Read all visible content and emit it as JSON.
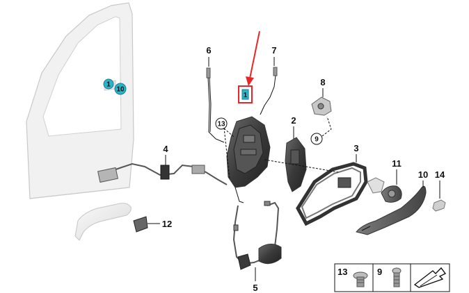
{
  "diagram": {
    "callouts": {
      "c1": "1",
      "c2": "2",
      "c3": "3",
      "c4": "4",
      "c5": "5",
      "c6": "6",
      "c7": "7",
      "c8": "8",
      "c9": "9",
      "c10": "10",
      "c11": "11",
      "c12": "12",
      "c13": "13",
      "c14": "14",
      "door_c1": "1",
      "door_c10": "10"
    },
    "legend": {
      "screw13": "13",
      "screw9": "9"
    },
    "colors": {
      "highlight": "#e8262a",
      "door_marker": "#2bb3c9",
      "part_dark": "#3a3a3a",
      "door_fill": "#f1f1f1"
    }
  }
}
